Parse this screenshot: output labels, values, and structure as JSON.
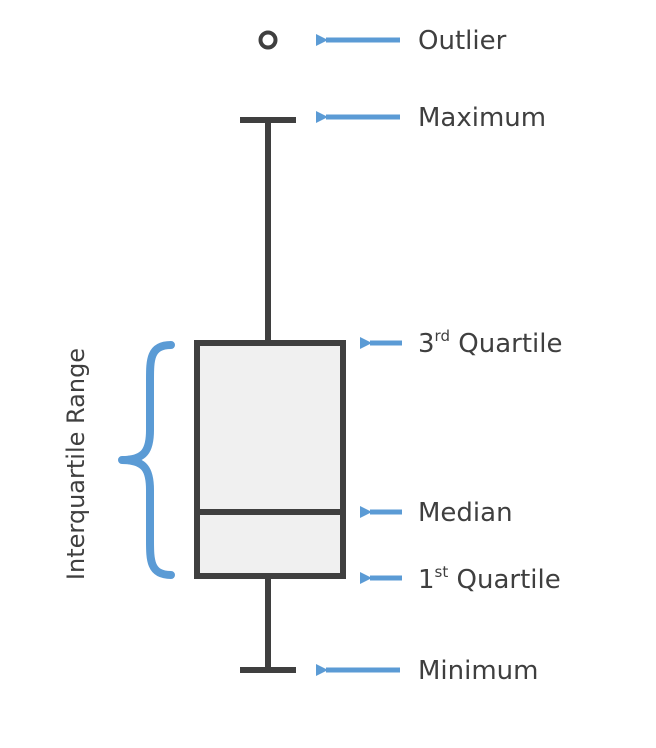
{
  "diagram": {
    "labels": {
      "outlier": "Outlier",
      "maximum": "Maximum",
      "third_quartile_number": "3",
      "third_quartile_suffix": "rd",
      "third_quartile_text": " Quartile",
      "median": "Median",
      "first_quartile_number": "1",
      "first_quartile_suffix": "st",
      "first_quartile_text": " Quartile",
      "minimum": "Minimum",
      "interquartile_range": "Interquartile Range"
    },
    "colors": {
      "box_stroke": "#3f3f3f",
      "box_fill": "#f0f0f0",
      "arrow": "#5b9bd5",
      "brace": "#5b9bd5",
      "text": "#3f3f3f"
    }
  }
}
